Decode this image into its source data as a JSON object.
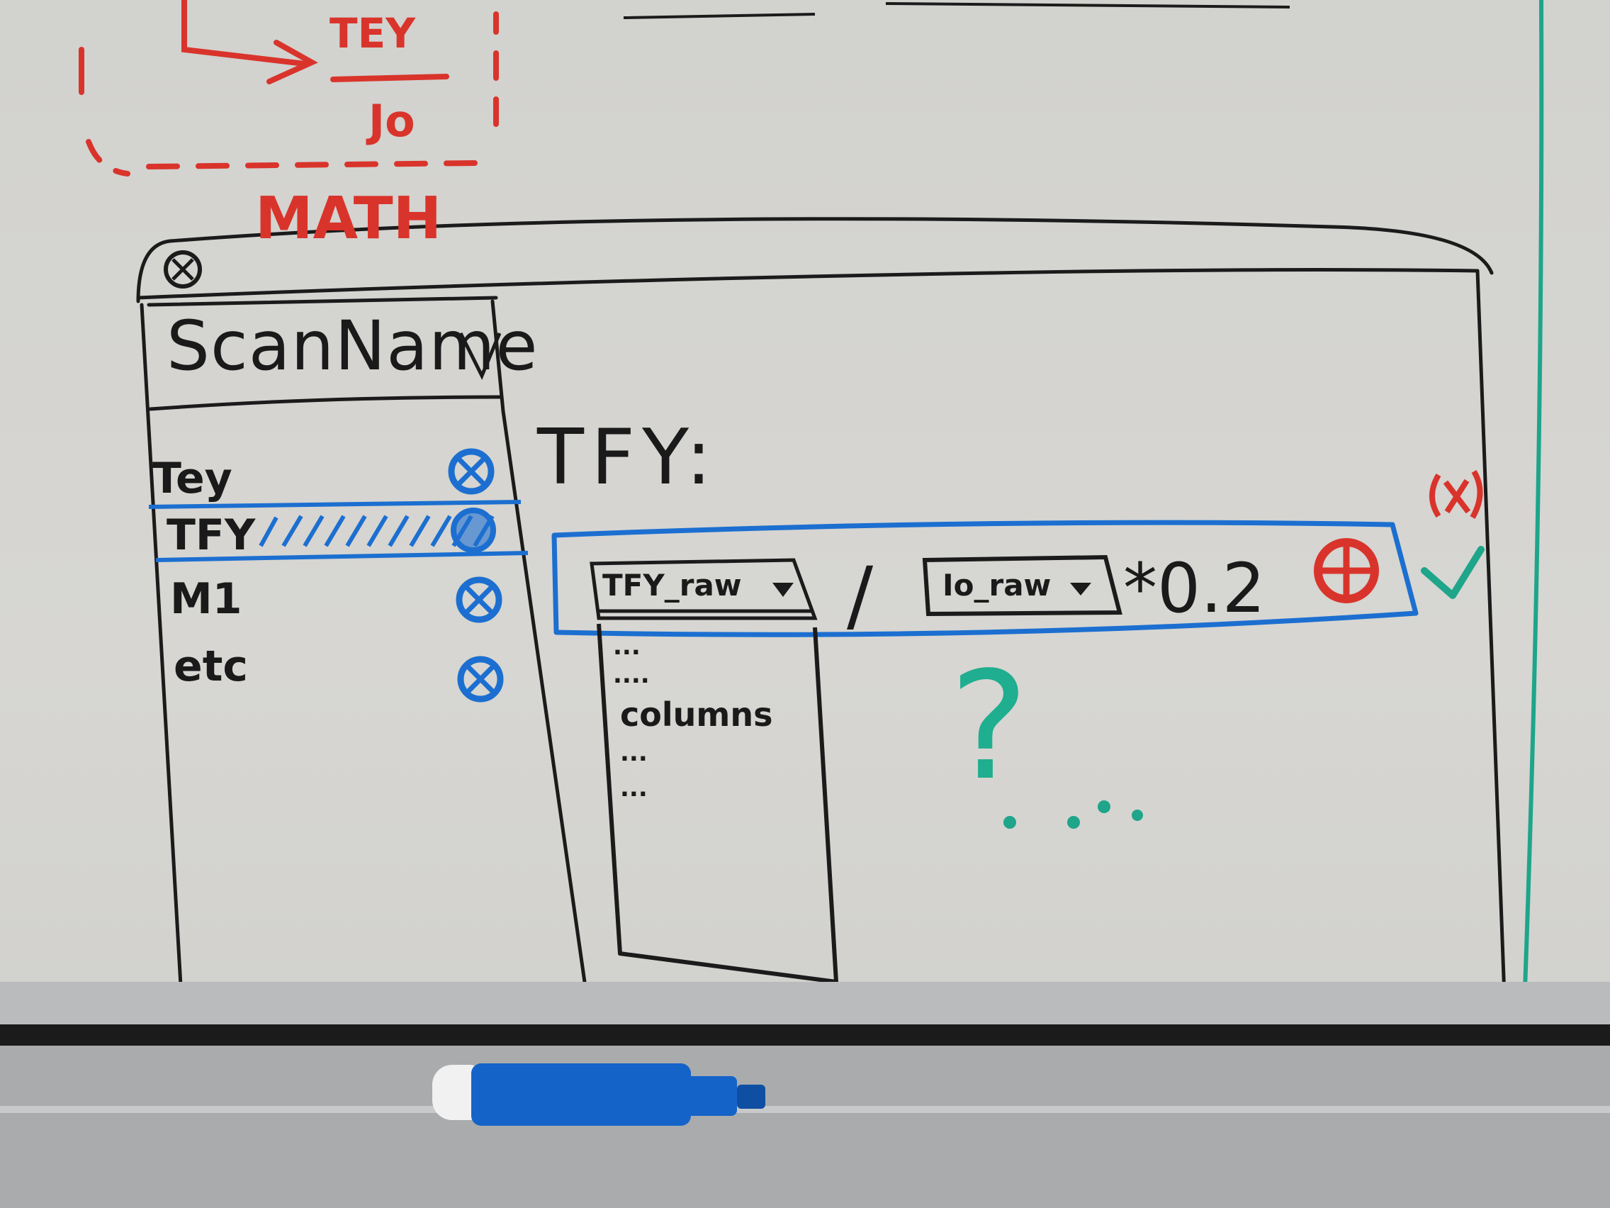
{
  "annotations": {
    "fraction_numerator": "TEY",
    "fraction_denominator": "Jo",
    "math_label": "MATH"
  },
  "window": {
    "sidebar": {
      "header": "ScanName",
      "items": [
        {
          "label": "Tey",
          "selected": false
        },
        {
          "label": "TFY",
          "selected": true
        },
        {
          "label": "M1",
          "selected": false
        },
        {
          "label": "etc",
          "selected": false
        }
      ]
    },
    "main": {
      "title": "TFY:",
      "formula": {
        "numerator_select": "TFY_raw",
        "operator": "/",
        "denominator_select": "Io_raw",
        "multiplier": "*0.2"
      },
      "dropdown_list": {
        "items": [
          "...",
          "....",
          "columns",
          "...",
          "..."
        ]
      },
      "question_mark": "?"
    }
  },
  "colors": {
    "whiteboard": "#d4d4d0",
    "ink_black": "#1a1a1a",
    "ink_blue": "#1c6fd0",
    "ink_red": "#d9342b",
    "ink_teal": "#1ea58a"
  },
  "icons": [
    "close-icon",
    "delete-icon",
    "cancel-icon",
    "confirm-check-icon",
    "dropdown-arrow-icon",
    "add-icon"
  ]
}
